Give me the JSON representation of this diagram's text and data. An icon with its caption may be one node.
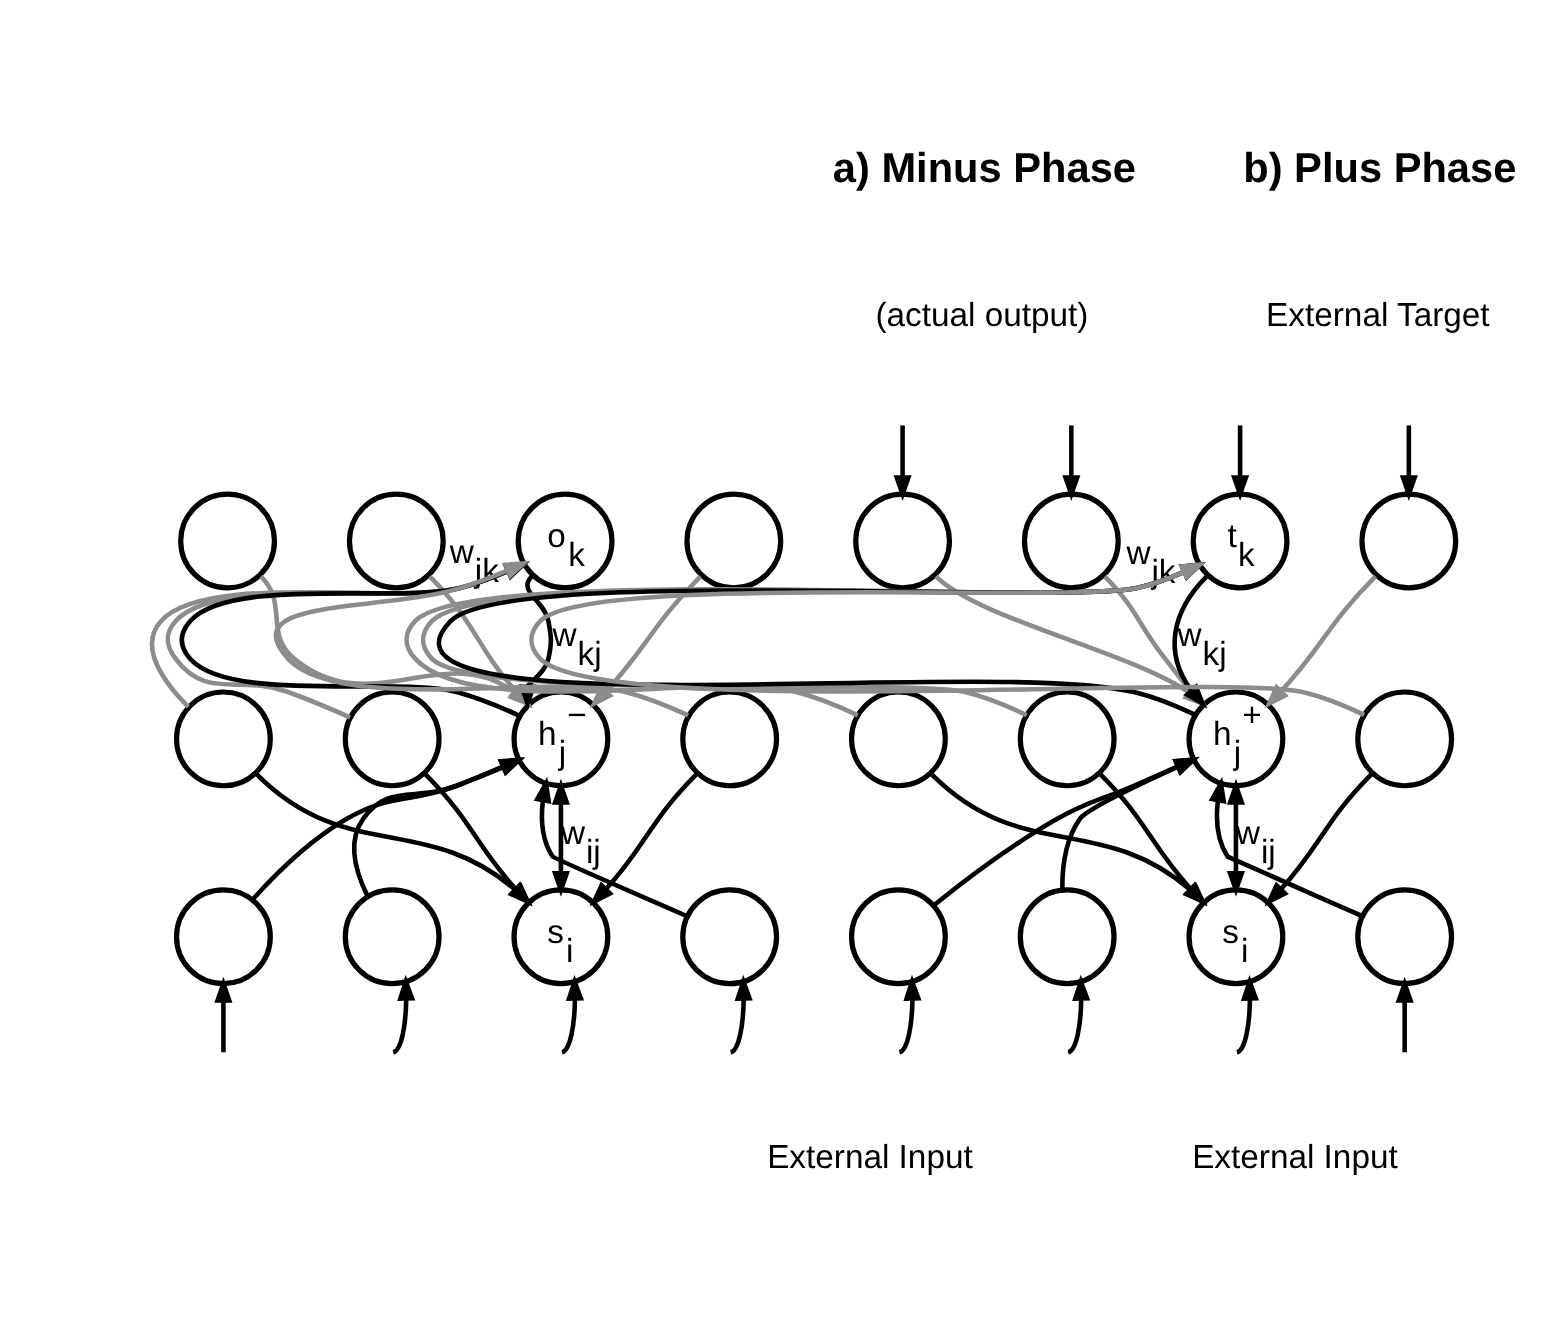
{
  "diagram": {
    "nodes": [
      {
        "text": [],
        "shape": "circle"
      },
      {
        "text": [],
        "shape": "circle"
      },
      {
        "text": [
          "o$_{k}$"
        ]
      },
      {
        "text": [],
        "shape": "circle"
      },
      {
        "text": [],
        "shape": "circle"
      },
      {
        "text": [],
        "shape": "circle"
      },
      {
        "text": [
          "h$_{j}$$^{−}$"
        ]
      },
      {
        "text": [],
        "shape": "circle"
      },
      {
        "text": [],
        "shape": "circle"
      },
      {
        "text": [],
        "shape": "circle"
      },
      {
        "text": [
          "s$_{i}$"
        ]
      },
      {
        "text": [],
        "shape": "circle"
      },
      {
        "text": [],
        "shape": "circle"
      },
      {
        "text": [],
        "shape": "circle"
      },
      {
        "text": [
          "t$_{k}$"
        ]
      },
      {
        "text": [],
        "shape": "circle"
      },
      {
        "text": [],
        "shape": "circle"
      },
      {
        "text": [],
        "shape": "circle"
      },
      {
        "text": [
          "h$_{j}$$^{+}$"
        ]
      },
      {
        "text": [],
        "shape": "circle"
      },
      {
        "text": [],
        "shape": "circle"
      },
      {
        "text": [],
        "shape": "circle"
      },
      {
        "text": [
          "s$_{i}$"
        ]
      },
      {
        "text": [],
        "shape": "circle"
      }
    ],
    "edges": [
      {
        "from": 0,
        "to": 6,
        "arrow": "to",
        "color": "#8c8c8c"
      },
      {
        "from": 1,
        "to": 6,
        "arrow": "to",
        "color": "#8c8c8c"
      },
      {
        "from": 3,
        "to": 6,
        "arrow": "to",
        "color": "#8c8c8c"
      },
      {
        "from": 4,
        "to": 2,
        "arrow": "to",
        "color": "#8c8c8c"
      },
      {
        "from": 5,
        "to": 2,
        "arrow": "to",
        "color": "#8c8c8c"
      },
      {
        "from": 7,
        "to": 2,
        "arrow": "to",
        "color": "#8c8c8c"
      },
      {
        "from": 2,
        "to": 6,
        "arrow": "to",
        "label": "w$_{kj}$"
      },
      {
        "from": 6,
        "to": 2,
        "arrow": "to",
        "label": "w$_{jk}$"
      },
      {
        "from": 8,
        "to": 6,
        "arrow": "to"
      },
      {
        "from": 9,
        "to": 6,
        "arrow": "to"
      },
      {
        "from": 11,
        "to": 6,
        "arrow": "to"
      },
      {
        "from": 4,
        "to": 10,
        "arrow": "to"
      },
      {
        "from": 5,
        "to": 10,
        "arrow": "to"
      },
      {
        "from": 7,
        "to": 10,
        "arrow": "to"
      },
      {
        "from": 6,
        "to": 10,
        "arrow": "both",
        "label": "w$_{ij}$"
      },
      {
        "from": null,
        "to": 8,
        "arrow": "to"
      },
      {
        "from": null,
        "to": 9,
        "arrow": "to"
      },
      {
        "from": null,
        "to": 10,
        "arrow": "to"
      },
      {
        "from": null,
        "to": 11,
        "arrow": "to"
      },
      {
        "from": 12,
        "to": 18,
        "arrow": "to",
        "color": "#8c8c8c"
      },
      {
        "from": 13,
        "to": 18,
        "arrow": "to",
        "color": "#8c8c8c"
      },
      {
        "from": 15,
        "to": 18,
        "arrow": "to",
        "color": "#8c8c8c"
      },
      {
        "from": 16,
        "to": 14,
        "arrow": "to",
        "color": "#8c8c8c"
      },
      {
        "from": 17,
        "to": 14,
        "arrow": "to",
        "color": "#8c8c8c"
      },
      {
        "from": 19,
        "to": 14,
        "arrow": "to",
        "color": "#8c8c8c"
      },
      {
        "from": 14,
        "to": 18,
        "arrow": "to",
        "label": "w$_{kj}$"
      },
      {
        "from": 18,
        "to": 14,
        "arrow": "to",
        "label": "w$_{jk}$"
      },
      {
        "from": 20,
        "to": 18,
        "arrow": "to"
      },
      {
        "from": 21,
        "to": 18,
        "arrow": "to"
      },
      {
        "from": 23,
        "to": 18,
        "arrow": "to"
      },
      {
        "from": 16,
        "to": 22,
        "arrow": "to"
      },
      {
        "from": 17,
        "to": 22,
        "arrow": "to"
      },
      {
        "from": 19,
        "to": 22,
        "arrow": "to"
      },
      {
        "from": 18,
        "to": 22,
        "arrow": "both",
        "label": "w$_{ij}$"
      },
      {
        "from": null,
        "to": 12,
        "arrow": "to"
      },
      {
        "from": null,
        "to": 13,
        "arrow": "to"
      },
      {
        "from": null,
        "to": 14,
        "arrow": "to"
      },
      {
        "from": null,
        "to": 15,
        "arrow": "to"
      },
      {
        "from": null,
        "to": 20,
        "arrow": "to"
      },
      {
        "from": null,
        "to": 21,
        "arrow": "to"
      },
      {
        "from": null,
        "to": 22,
        "arrow": "to"
      },
      {
        "from": null,
        "to": 23,
        "arrow": "to"
      }
    ],
    "labels": [
      "a) Minus Phase",
      "(actual output)",
      "b) Plus Phase",
      "External Target",
      "External Input",
      "External Input"
    ]
  }
}
